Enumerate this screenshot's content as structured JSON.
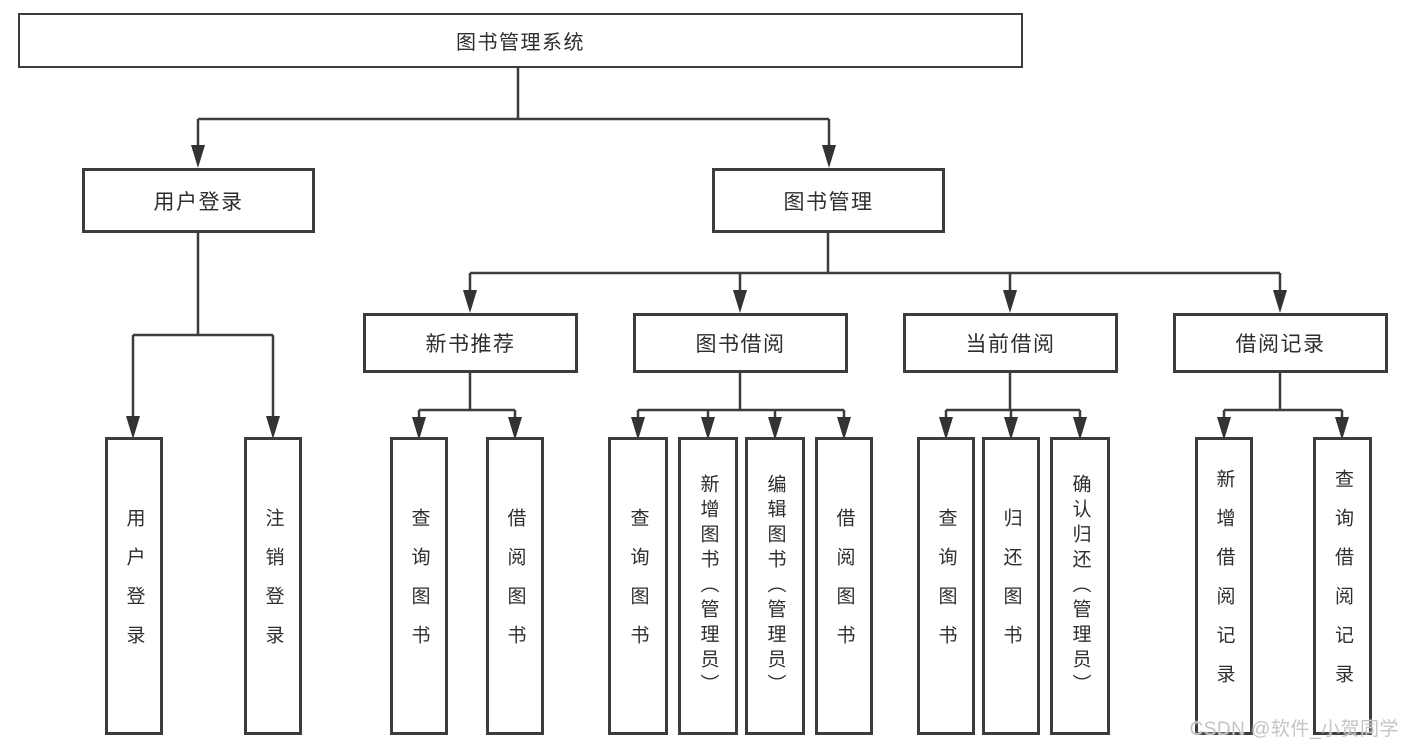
{
  "root": {
    "label": "图书管理系统"
  },
  "user_login": {
    "label": "用户登录",
    "children": [
      {
        "label": "用户登录"
      },
      {
        "label": "注销登录"
      }
    ]
  },
  "book_management": {
    "label": "图书管理",
    "children": [
      {
        "label": "新书推荐",
        "children": [
          {
            "label": "查询图书"
          },
          {
            "label": "借阅图书"
          }
        ]
      },
      {
        "label": "图书借阅",
        "children": [
          {
            "label": "查询图书"
          },
          {
            "label": "新增图书（管理员）"
          },
          {
            "label": "编辑图书（管理员）"
          },
          {
            "label": "借阅图书"
          }
        ]
      },
      {
        "label": "当前借阅",
        "children": [
          {
            "label": "查询图书"
          },
          {
            "label": "归还图书"
          },
          {
            "label": "确认归还（管理员）"
          }
        ]
      },
      {
        "label": "借阅记录",
        "children": [
          {
            "label": "新增借阅记录"
          },
          {
            "label": "查询借阅记录"
          }
        ]
      }
    ]
  },
  "watermark": "CSDN @软件_小贺同学",
  "colors": {
    "line": "#3c3c3c",
    "text": "#2e2e2e",
    "box_fill": "#ffffff",
    "watermark": "#c4c4c4",
    "background": "#ffffff"
  }
}
